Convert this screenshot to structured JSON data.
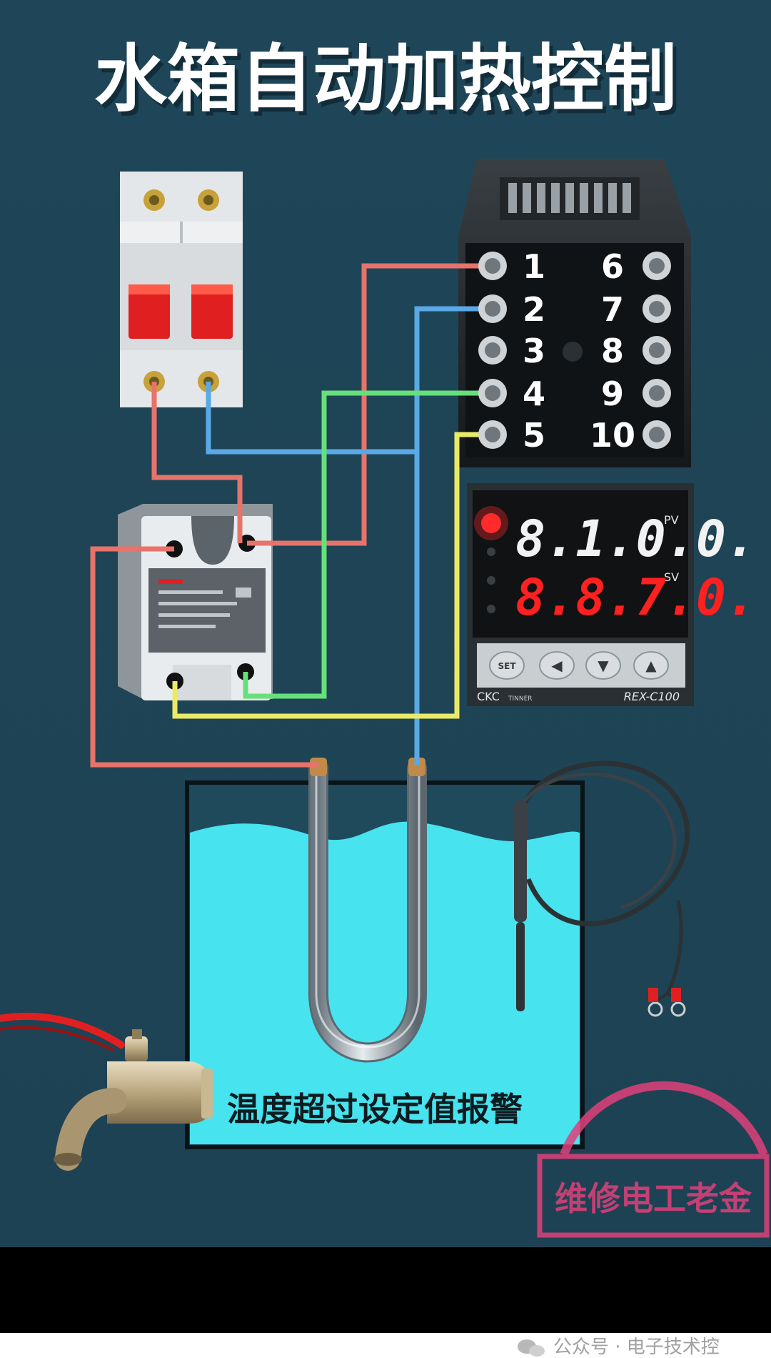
{
  "title": "水箱自动加热控制",
  "alarm_text": "温度超过设定值报警",
  "watermark_stamp": "维修电工老金",
  "footer": {
    "account": "公众号 · 电子技术控"
  },
  "controller": {
    "brand": "CKC",
    "brand_sub": "TINNER",
    "model": "REX-C100",
    "pv_label": "PV",
    "sv_label": "SV",
    "pv_display": "8.1.0.0.",
    "sv_display": "8.8.7.0.",
    "buttons": [
      {
        "name": "set",
        "label": "SET"
      },
      {
        "name": "shift",
        "label": "◀"
      },
      {
        "name": "down",
        "label": "▼"
      },
      {
        "name": "up",
        "label": "▲"
      }
    ],
    "terminals_left": [
      "1",
      "2",
      "3",
      "4",
      "5"
    ],
    "terminals_right": [
      "6",
      "7",
      "8",
      "9",
      "10"
    ]
  },
  "colors": {
    "background": "#1e4a5e",
    "title": "#ffffff",
    "wire_red": "#e8736b",
    "wire_blue": "#5aa9e6",
    "wire_green": "#66e07a",
    "wire_yellow": "#eaea66",
    "water": "#47e3ee",
    "tank_border": "#0a1418",
    "breaker_red": "#e02020",
    "segment_white": "#f2f2f2",
    "segment_red": "#ff2020",
    "stamp": "#e0407a"
  },
  "icons": {
    "footer": "wechat-icon"
  }
}
